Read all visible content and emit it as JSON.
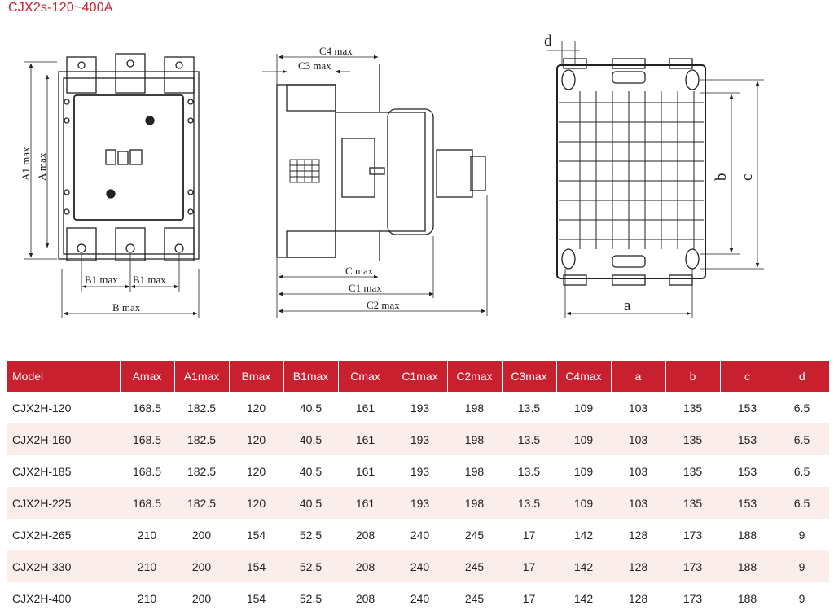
{
  "title": "CJX2s-120~400A",
  "drawings": {
    "front": {
      "dims": [
        "A1 max",
        "A max",
        "B1 max",
        "B1 max",
        "B max"
      ]
    },
    "side": {
      "dims": [
        "C4 max",
        "C3 max",
        "C max",
        "C1 max",
        "C2 max"
      ]
    },
    "bottom": {
      "dims": [
        "d",
        "a",
        "b",
        "c"
      ]
    }
  },
  "table": {
    "headers": [
      "Model",
      "Amax",
      "A1max",
      "Bmax",
      "B1max",
      "Cmax",
      "C1max",
      "C2max",
      "C3max",
      "C4max",
      "a",
      "b",
      "c",
      "d"
    ],
    "rows": [
      [
        "CJX2H-120",
        "168.5",
        "182.5",
        "120",
        "40.5",
        "161",
        "193",
        "198",
        "13.5",
        "109",
        "103",
        "135",
        "153",
        "6.5"
      ],
      [
        "CJX2H-160",
        "168.5",
        "182.5",
        "120",
        "40.5",
        "161",
        "193",
        "198",
        "13.5",
        "109",
        "103",
        "135",
        "153",
        "6.5"
      ],
      [
        "CJX2H-185",
        "168.5",
        "182.5",
        "120",
        "40.5",
        "161",
        "193",
        "198",
        "13.5",
        "109",
        "103",
        "135",
        "153",
        "6.5"
      ],
      [
        "CJX2H-225",
        "168.5",
        "182.5",
        "120",
        "40.5",
        "161",
        "193",
        "198",
        "13.5",
        "109",
        "103",
        "135",
        "153",
        "6.5"
      ],
      [
        "CJX2H-265",
        "210",
        "200",
        "154",
        "52.5",
        "208",
        "240",
        "245",
        "17",
        "142",
        "128",
        "173",
        "188",
        "9"
      ],
      [
        "CJX2H-330",
        "210",
        "200",
        "154",
        "52.5",
        "208",
        "240",
        "245",
        "17",
        "142",
        "128",
        "173",
        "188",
        "9"
      ],
      [
        "CJX2H-400",
        "210",
        "200",
        "154",
        "52.5",
        "208",
        "240",
        "245",
        "17",
        "142",
        "128",
        "173",
        "188",
        "9"
      ]
    ]
  },
  "colors": {
    "accent": "#c8202f",
    "row_alt": "#fbeeea",
    "line": "#222222"
  }
}
